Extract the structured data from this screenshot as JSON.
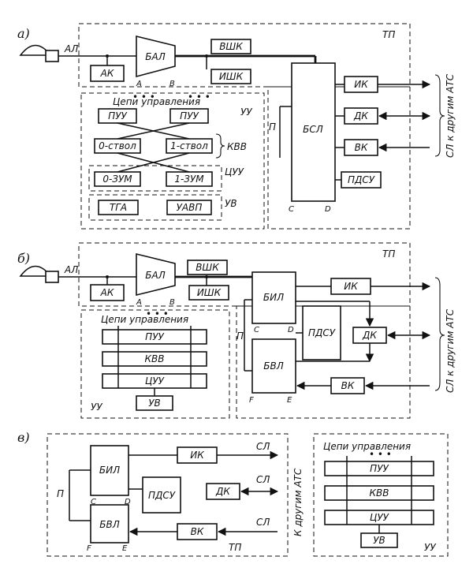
{
  "panel_a": {
    "letter": "а)",
    "al": "АЛ",
    "ak": "АК",
    "bal": "БАЛ",
    "a": "A",
    "b": "B",
    "vshk": "ВШК",
    "ishk": "ИШК",
    "tp": "ТП",
    "bsl": "БСЛ",
    "p": "П",
    "c": "C",
    "d": "D",
    "ik": "ИК",
    "dk": "ДК",
    "vk": "ВК",
    "pdsu": "ПДСУ",
    "sl_side": "СЛ к другим АТС",
    "control": "Цепи управления",
    "uu": "УУ",
    "puu1": "ПУУ",
    "puu2": "ПУУ",
    "stvol0": "0-ствол",
    "stvol1": "1-ствол",
    "kvv": "КВВ",
    "tsuu": "ЦУУ",
    "zum0": "0-ЗУМ",
    "zum1": "1-ЗУМ",
    "tga": "ТГА",
    "uavp": "УАВП",
    "uv": "УВ"
  },
  "panel_b": {
    "letter": "б)",
    "al": "АЛ",
    "ak": "АК",
    "bal": "БАЛ",
    "a": "A",
    "b": "B",
    "vshk": "ВШК",
    "ishk": "ИШК",
    "tp": "ТП",
    "bil": "БИЛ",
    "bvl": "БВЛ",
    "p": "П",
    "c": "C",
    "d": "D",
    "f": "F",
    "e": "E",
    "pdsu": "ПДСУ",
    "ik": "ИК",
    "dk": "ДК",
    "vk": "ВК",
    "sl_side": "СЛ к другим АТС",
    "control": "Цепи управления",
    "puu": "ПУУ",
    "kvv": "КВВ",
    "tsuu": "ЦУУ",
    "uv": "УВ",
    "uu": "УУ"
  },
  "panel_c": {
    "letter": "в)",
    "bil": "БИЛ",
    "bvl": "БВЛ",
    "pdsu": "ПДСУ",
    "ik": "ИК",
    "dk": "ДК",
    "vk": "ВК",
    "p": "П",
    "c": "C",
    "d": "D",
    "f": "F",
    "e": "E",
    "tp": "ТП",
    "sl1": "СЛ",
    "sl2": "СЛ",
    "sl3": "СЛ",
    "k_atc": "К другим АТС",
    "control": "Цепи управления",
    "puu": "ПУУ",
    "kvv": "КВВ",
    "tsuu": "ЦУУ",
    "uv": "УВ",
    "uu": "УУ"
  }
}
